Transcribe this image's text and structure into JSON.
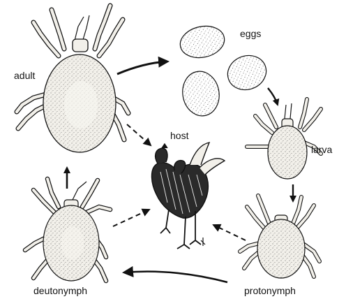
{
  "labels": {
    "adult": "adult",
    "eggs": "eggs",
    "host": "host",
    "larva": "larva",
    "protonymph": "protonymph",
    "deutonymph": "deutonymph"
  },
  "colors": {
    "ink": "#111111",
    "fill": "#f2f0ea",
    "stipple": "#444444",
    "background": "#ffffff"
  },
  "stages": [
    {
      "id": "adult",
      "legs": 8
    },
    {
      "id": "eggs",
      "count": 3
    },
    {
      "id": "larva",
      "legs": 6
    },
    {
      "id": "protonymph",
      "legs": 8
    },
    {
      "id": "deutonymph",
      "legs": 8
    }
  ],
  "cycle": [
    "adult",
    "eggs",
    "larva",
    "protonymph",
    "deutonymph",
    "adult"
  ],
  "feeds_on_host": [
    "adult",
    "protonymph",
    "deutonymph"
  ]
}
